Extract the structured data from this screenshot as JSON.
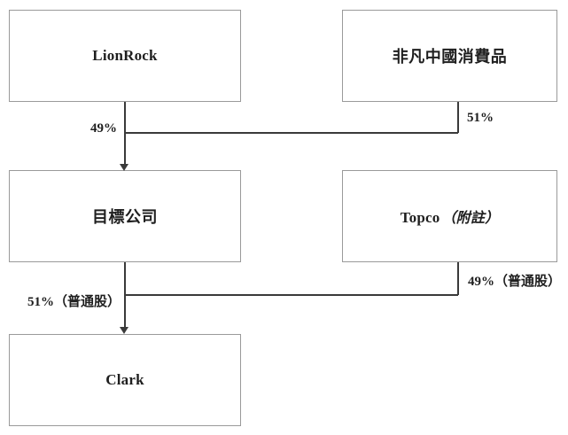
{
  "colors": {
    "box_border": "#9a9a9a",
    "line": "#3a3a3a",
    "text": "#1f1f1f",
    "background": "#ffffff"
  },
  "boxes": [
    {
      "name": "lionrock",
      "label": "LionRock"
    },
    {
      "name": "feifan-china-consumer",
      "label": "非凡中國消費品"
    },
    {
      "name": "target-company",
      "label": "目標公司"
    },
    {
      "name": "topco",
      "label": "Topco",
      "note": "（附註）"
    },
    {
      "name": "clark",
      "label": "Clark"
    }
  ],
  "edge_labels": [
    {
      "name": "lionrock-stake",
      "text": "49%"
    },
    {
      "name": "feifan-stake",
      "text": "51%"
    },
    {
      "name": "target-stake",
      "text": "51%（普通股）"
    },
    {
      "name": "topco-stake",
      "text": "49%（普通股）"
    }
  ]
}
